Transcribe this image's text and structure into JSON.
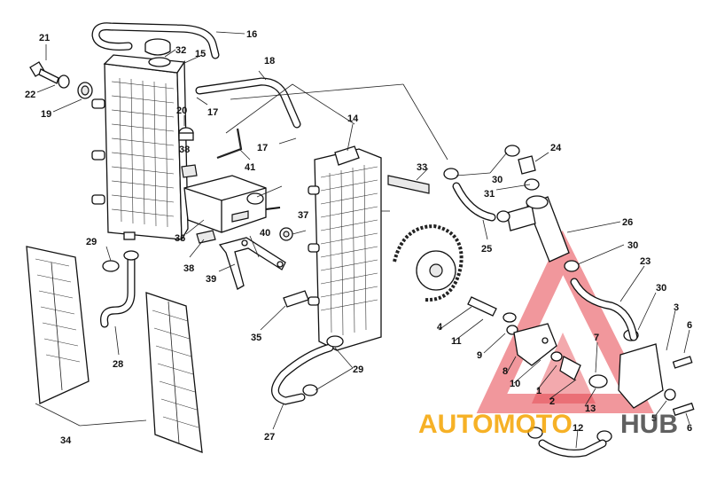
{
  "watermark": {
    "part1": "AUTOMOTO",
    "part2": "HUB",
    "color1": "#f5a300",
    "color2": "#444444",
    "triangle_color": "#e0202a"
  },
  "callouts": [
    "1",
    "2",
    "3",
    "4",
    "5",
    "6",
    "6",
    "7",
    "8",
    "9",
    "10",
    "11",
    "12",
    "13",
    "14",
    "15",
    "16",
    "17",
    "17",
    "18",
    "19",
    "20",
    "21",
    "22",
    "23",
    "24",
    "25",
    "26",
    "27",
    "28",
    "29",
    "29",
    "30",
    "30",
    "30",
    "31",
    "32",
    "33",
    "34",
    "35",
    "36",
    "37",
    "38",
    "38",
    "39",
    "40",
    "41"
  ]
}
